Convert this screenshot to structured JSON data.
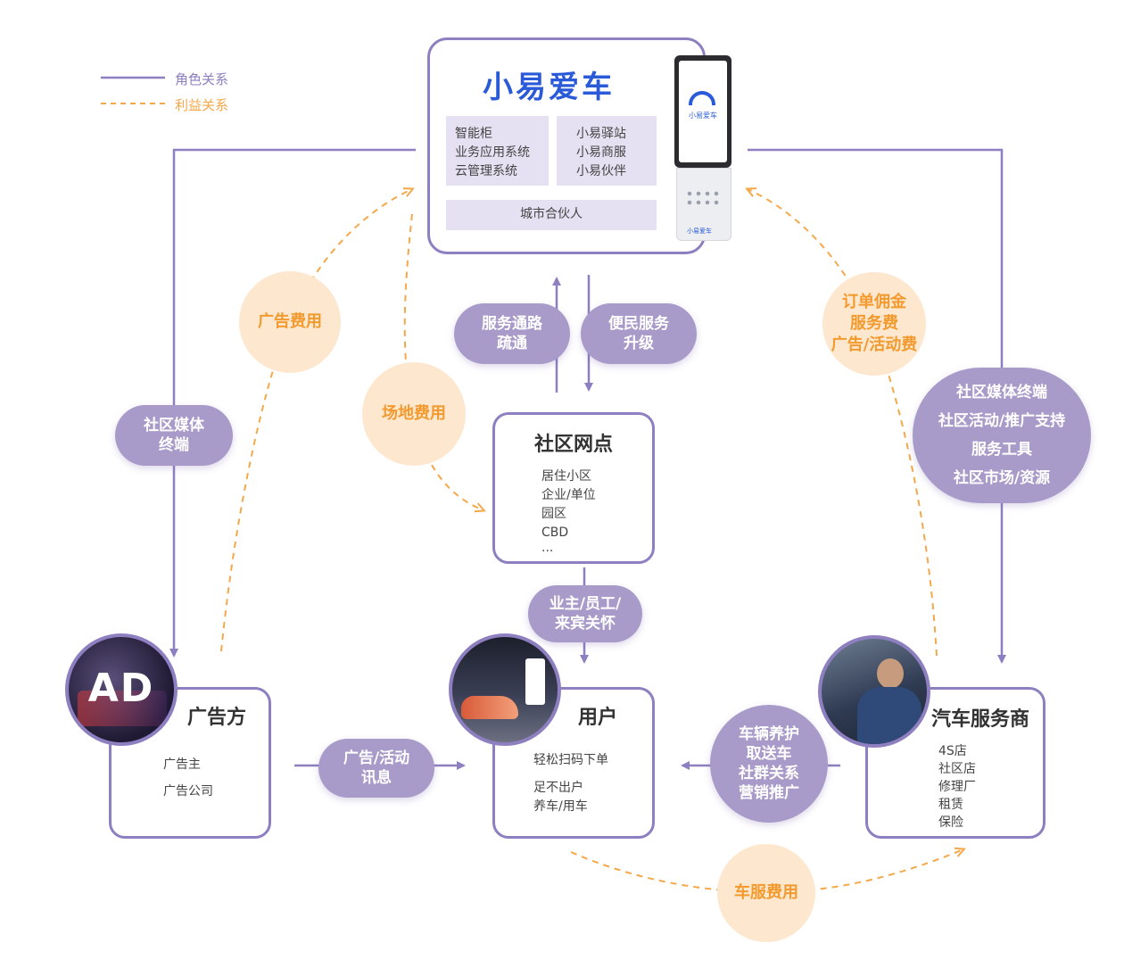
{
  "legend": {
    "role_label": "角色关系",
    "benefit_label": "利益关系"
  },
  "top": {
    "title": "小易爱车",
    "left_cell": [
      "智能柜",
      "业务应用系统",
      "云管理系统"
    ],
    "right_cell": [
      "小易驿站",
      "小易商服",
      "小易伙伴"
    ],
    "bottom_cell": "城市合伙人",
    "device_logo": "小易爱车",
    "device_base_text": "小易爱车"
  },
  "community": {
    "title": "社区网点",
    "items": [
      "居住小区",
      "企业/单位",
      "园区",
      "CBD",
      "..."
    ]
  },
  "advertiser": {
    "title": "广告方",
    "items": [
      "广告主",
      "广告公司"
    ],
    "photo_text": "AD"
  },
  "user": {
    "title": "用户",
    "items": [
      "轻松扫码下单",
      "足不出户",
      "养车/用车"
    ]
  },
  "service": {
    "title": "汽车服务商",
    "items": [
      "4S店",
      "社区店",
      "修理厂",
      "租赁",
      "保险"
    ]
  },
  "pills": {
    "channel": [
      "服务通路",
      "疏通"
    ],
    "upgrade": [
      "便民服务",
      "升级"
    ],
    "media_terminal": [
      "社区媒体",
      "终端"
    ],
    "care": [
      "业主/员工/",
      "来宾关怀"
    ],
    "ad_info": [
      "广告/活动",
      "讯息"
    ],
    "car_care": [
      "车辆养护",
      "取送车",
      "社群关系",
      "营销推广"
    ],
    "support": [
      "社区媒体终端",
      "社区活动/推广支持",
      "服务工具",
      "社区市场/资源"
    ]
  },
  "fees": {
    "ad_fee": [
      "广告费用"
    ],
    "venue_fee": [
      "场地费用"
    ],
    "order_fee": [
      "订单佣金",
      "服务费",
      "广告/活动费"
    ],
    "car_service_fee": [
      "车服费用"
    ]
  },
  "colors": {
    "role": "#8e7fc0",
    "benefit": "#f5a84a",
    "pill": "#a99bc9",
    "circle": "#fde8cf",
    "title_blue": "#2a5ad8"
  }
}
